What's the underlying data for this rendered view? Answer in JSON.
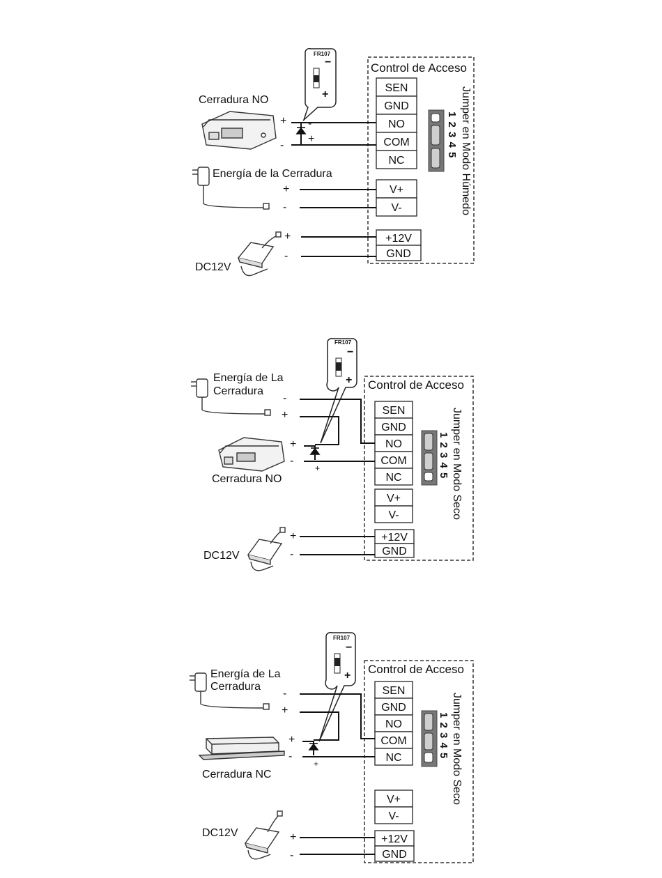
{
  "diagrams": [
    {
      "box_title": "Control de Acceso",
      "jumper_label": "Jumper en  Modo Húmedo",
      "jumper_numbers": "1 2 3 4 5",
      "terminals": [
        "SEN",
        "GND",
        "NO",
        "COM",
        "NC"
      ],
      "power_terminals": [
        "V+",
        "V-"
      ],
      "dc_terminals": [
        "+12V",
        "GND"
      ],
      "diode_label": "FR107",
      "diode_plus": "+",
      "diode_minus": "−",
      "lock_label": "Cerradura NO",
      "lock_power_label_1": "Energía de la Cerradura",
      "lock_power_label_2": "",
      "dc_label": "DC12V",
      "sign_plus": "+",
      "sign_minus": "-"
    },
    {
      "box_title": "Control de Acceso",
      "jumper_label": "Jumper en Modo Seco",
      "jumper_numbers": "1 2 3 4 5",
      "terminals": [
        "SEN",
        "GND",
        "NO",
        "COM",
        "NC"
      ],
      "power_terminals": [
        "V+",
        "V-"
      ],
      "dc_terminals": [
        "+12V",
        "GND"
      ],
      "diode_label": "FR107",
      "diode_plus": "+",
      "diode_minus": "−",
      "lock_label": "Cerradura NO",
      "lock_power_label_1": "Energía de La",
      "lock_power_label_2": "Cerradura",
      "dc_label": "DC12V",
      "sign_plus": "+",
      "sign_minus": "-"
    },
    {
      "box_title": "Control de Acceso",
      "jumper_label": "Jumper en Modo Seco",
      "jumper_numbers": "1 2 3 4 5",
      "terminals": [
        "SEN",
        "GND",
        "NO",
        "COM",
        "NC"
      ],
      "power_terminals": [
        "V+",
        "V-"
      ],
      "dc_terminals": [
        "+12V",
        "GND"
      ],
      "diode_label": "FR107",
      "diode_plus": "+",
      "diode_minus": "−",
      "lock_label": "Cerradura NC",
      "lock_power_label_1": "Energía de La",
      "lock_power_label_2": "Cerradura",
      "dc_label": "DC12V",
      "sign_plus": "+",
      "sign_minus": "-"
    }
  ]
}
